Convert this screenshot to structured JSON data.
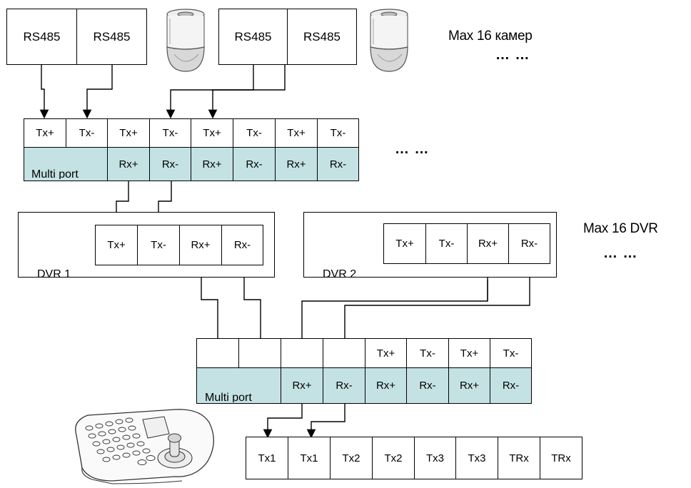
{
  "rs485_boxes": [
    {
      "left": "RS485",
      "right": "RS485"
    },
    {
      "left": "RS485",
      "right": "RS485"
    }
  ],
  "max_cameras_label": "Max 16 камер",
  "ellipsis": "… …",
  "multiport1": {
    "top": [
      "Tx+",
      "Tx-",
      "Tx+",
      "Tx-",
      "Tx+",
      "Tx-",
      "Tx+",
      "Tx-"
    ],
    "bottom_label": "Multi port",
    "bottom": [
      "Rx+",
      "Rx-",
      "Rx+",
      "Rx-",
      "Rx+",
      "Rx-"
    ]
  },
  "dvr1": {
    "label": "DVR 1",
    "ports": [
      "Tx+",
      "Tx-",
      "Rx+",
      "Rx-"
    ]
  },
  "dvr2": {
    "label": "DVR 2",
    "ports": [
      "Tx+",
      "Tx-",
      "Rx+",
      "Rx-"
    ]
  },
  "max_dvr_label": "Max 16 DVR",
  "multiport2": {
    "top": [
      "",
      "",
      "",
      "",
      "Tx+",
      "Tx-",
      "Tx+",
      "Tx-"
    ],
    "bottom_label": "Multi port",
    "bottom": [
      "Rx+",
      "Rx-",
      "Rx+",
      "Rx-",
      "Rx+",
      "Rx-"
    ]
  },
  "keyboard_ports": [
    "Tx1",
    "Tx1",
    "Tx2",
    "Tx2",
    "Tx3",
    "Tx3",
    "TRx",
    "TRx"
  ],
  "icons": [
    "dome-camera-icon",
    "dome-camera-icon",
    "ptz-keyboard-icon"
  ]
}
